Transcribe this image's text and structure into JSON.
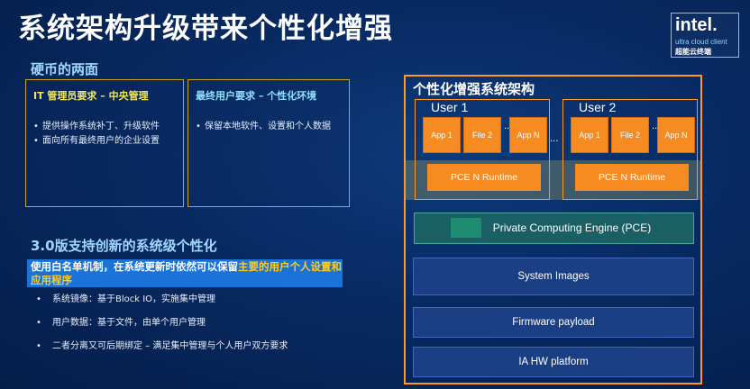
{
  "title": "系统架构升级带来个性化增强",
  "logo": {
    "brand": "intel.",
    "subtitle": "ultra cloud client",
    "cn": "超能云终端"
  },
  "section1": {
    "heading": "硬币的两面",
    "it_box": {
      "title": "IT 管理员要求 – 中央管理",
      "bullets": [
        "提供操作系统补丁、升级软件",
        "面向所有最终用户的企业设置"
      ]
    },
    "user_box": {
      "title": "最终用户要求 – 个性化环境",
      "bullets": [
        "保留本地软件、设置和个人数据"
      ]
    }
  },
  "section2": {
    "heading": "3.0版支持创新的系统级个性化",
    "highlight_normal": "使用白名单机制，在系统更新时依然可以保留",
    "highlight_em": "主要的用户个人设置和应用程序",
    "bullets": [
      "系统镜像：基于Block IO，实施集中管理",
      "用户数据：基于文件，由单个用户管理",
      "二者分离又可后期绑定 – 满足集中管理与个人用户双方要求"
    ]
  },
  "arch": {
    "title": "个性化增强系统架构",
    "users": [
      {
        "label": "User 1",
        "apps": [
          "App 1",
          "File 2",
          "App N"
        ],
        "ellipsis": "···",
        "runtime": "PCE N Runtime"
      },
      {
        "label": "User 2",
        "apps": [
          "App 1",
          "File 2",
          "App N"
        ],
        "ellipsis": "···",
        "runtime": "PCE N Runtime"
      }
    ],
    "users_ellipsis": "···",
    "pce": "Private Computing Engine (PCE)",
    "layers": [
      "System Images",
      "Firmware payload",
      "IA HW platform"
    ]
  },
  "colors": {
    "accent_orange": "#f68b22",
    "frame_orange": "#ff9a1f",
    "highlight_blue": "#1a73d8",
    "gold_border": "#c8a41a"
  }
}
